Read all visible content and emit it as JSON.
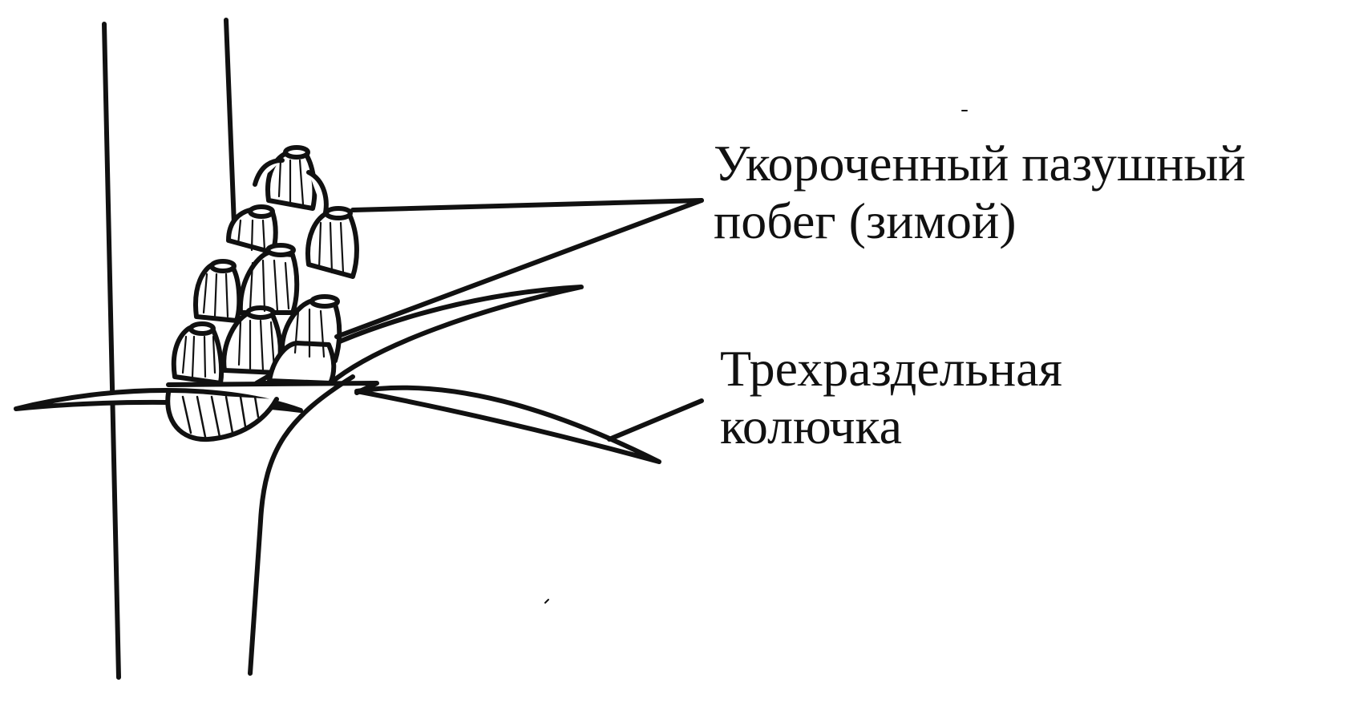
{
  "diagram": {
    "labels": {
      "shoot": {
        "line1": "Укороченный пазушный",
        "line2": "побег (зимой)"
      },
      "spine": {
        "line1": "Трехраздельная",
        "line2": "колючка"
      }
    },
    "stroke_color": "#111111",
    "background": "#ffffff"
  }
}
